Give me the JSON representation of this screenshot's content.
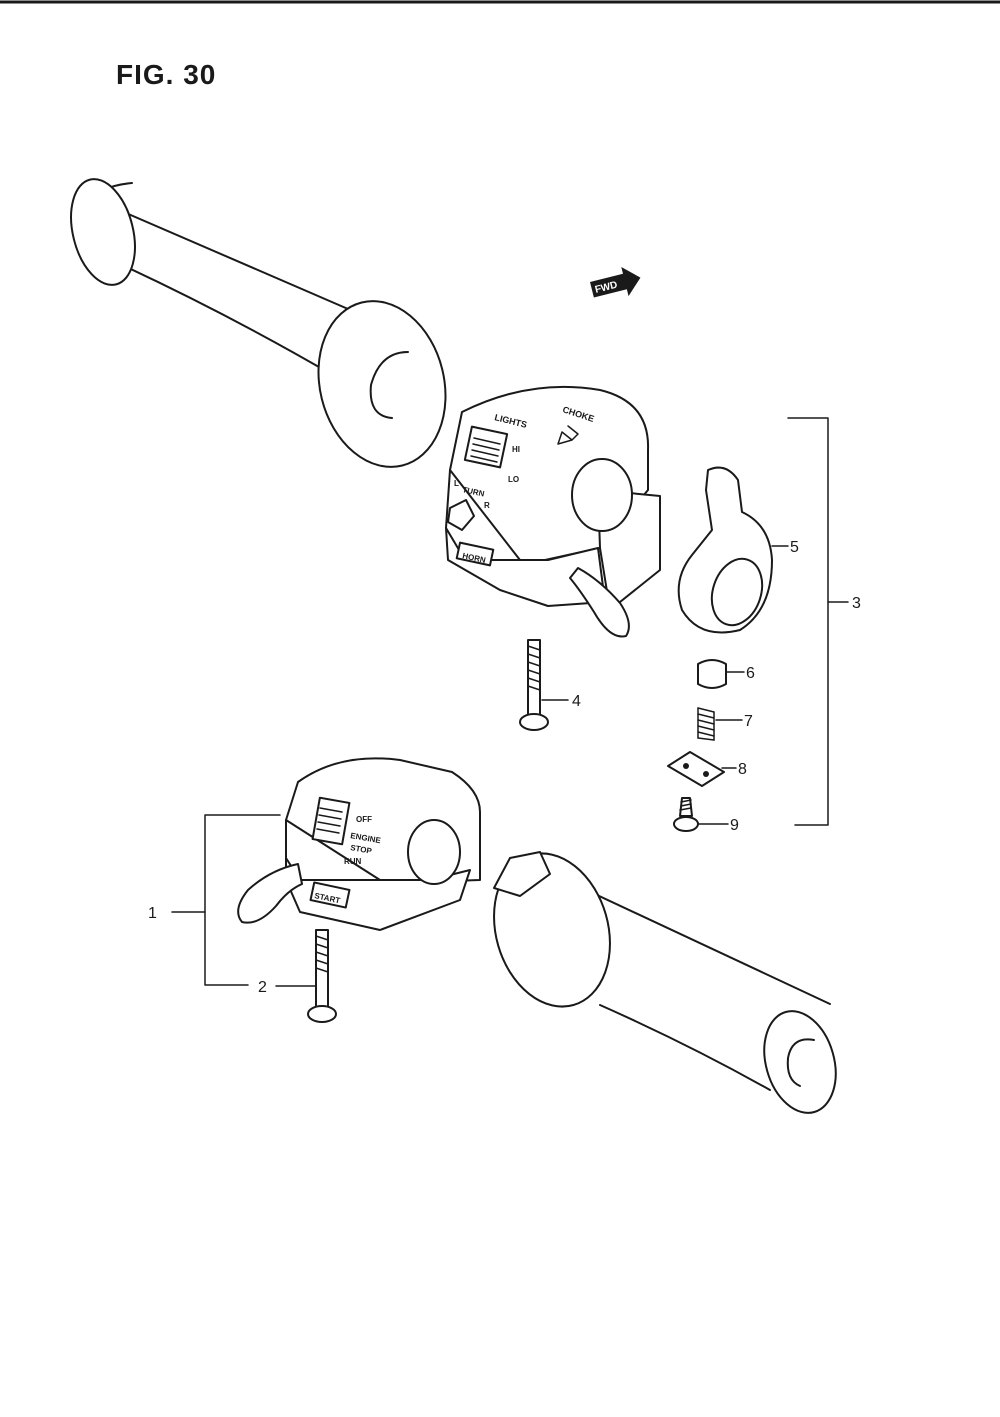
{
  "figure": {
    "title": "FIG. 30"
  },
  "direction_marker": {
    "label": "FWD"
  },
  "switch_labels": {
    "lights": "LIGHTS",
    "hi": "HI",
    "lo": "LO",
    "choke": "CHOKE",
    "turn": "TURN",
    "turn_l": "L",
    "turn_r": "R",
    "horn": "HORN",
    "off": "OFF",
    "engine": "ENGINE",
    "stop": "STOP",
    "run": "RUN",
    "start": "START"
  },
  "callouts": [
    "1",
    "2",
    "3",
    "4",
    "5",
    "6",
    "7",
    "8",
    "9"
  ],
  "icons": {
    "left_grip": "handlebar-grip-icon",
    "right_grip": "throttle-grip-icon",
    "left_switch": "left-handlebar-switch-icon",
    "right_switch": "right-handlebar-switch-icon",
    "lever": "choke-lever-icon",
    "screw": "screw-icon",
    "spring": "spring-icon",
    "plate": "plate-icon",
    "cap": "cap-icon"
  }
}
